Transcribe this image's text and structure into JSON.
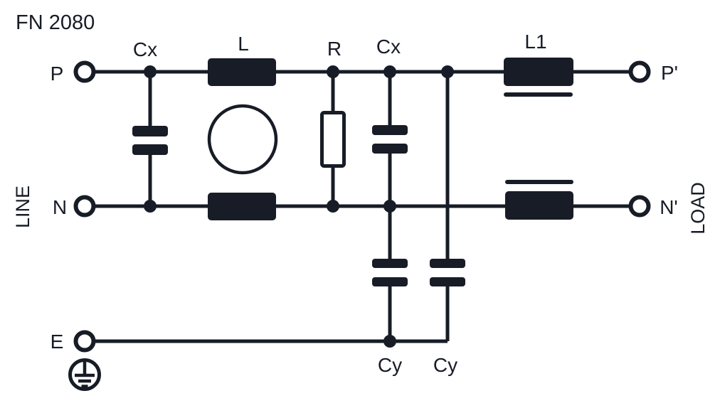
{
  "title": "FN 2080",
  "diagram": {
    "kind": "emi-line-filter-schematic",
    "colors": {
      "ink": "#171c26",
      "background": "#ffffff"
    },
    "sides": {
      "line": "LINE",
      "load": "LOAD"
    },
    "terminals": {
      "p_in": "P",
      "n_in": "N",
      "e_in": "E",
      "p_out": "P'",
      "n_out": "N'"
    },
    "components": {
      "cx_input": "Cx",
      "choke": "L",
      "resistor": "R",
      "cx_mid": "Cx",
      "cy_left": "Cy",
      "cy_right": "Cy",
      "choke_output": "L1"
    }
  }
}
